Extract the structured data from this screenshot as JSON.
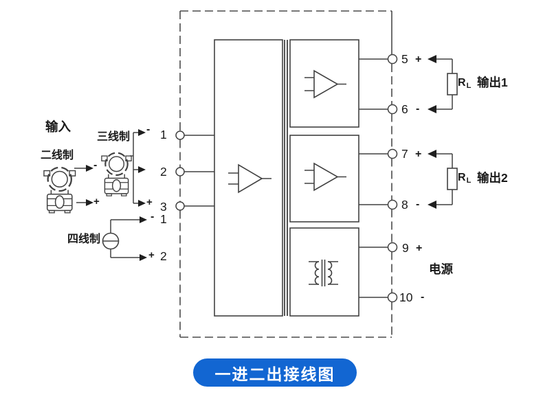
{
  "input": {
    "title": "输入",
    "two_wire": {
      "label": "二线制",
      "minus": "-",
      "plus": "+"
    },
    "three_wire": {
      "label": "三线制",
      "minus": "-",
      "plus": "+"
    },
    "four_wire": {
      "label": "四线制",
      "minus": "-",
      "plus": "+",
      "minus_terminal": "1",
      "plus_terminal": "2"
    }
  },
  "terminals": {
    "left": [
      {
        "number": "1"
      },
      {
        "number": "2"
      },
      {
        "number": "3"
      }
    ],
    "right": [
      {
        "number": "5",
        "polarity": "+"
      },
      {
        "number": "6",
        "polarity": "-"
      },
      {
        "number": "7",
        "polarity": "+"
      },
      {
        "number": "8",
        "polarity": "-"
      },
      {
        "number": "9",
        "polarity": "+"
      },
      {
        "number": "10",
        "polarity": "-"
      }
    ]
  },
  "outputs": [
    {
      "resistor": "R",
      "resistor_sub": "L",
      "label": "输出1"
    },
    {
      "resistor": "R",
      "resistor_sub": "L",
      "label": "输出2"
    }
  ],
  "power": {
    "label": "电源"
  },
  "footer": {
    "button_label": "一进二出接线图"
  },
  "icons": {
    "transmitter": "pressure-transmitter-icon",
    "current_source": "current-source-circle-icon",
    "amplifier": "amplifier-triangle-icon",
    "transformer": "transformer-coils-icon",
    "load_resistor": "resistor-box-icon",
    "wire_arrow": "solid-arrowhead-icon"
  },
  "colors": {
    "line": "#414141",
    "text": "#1a1a1a",
    "accent_blue": "#1266d2",
    "button_text": "#ffffff"
  }
}
